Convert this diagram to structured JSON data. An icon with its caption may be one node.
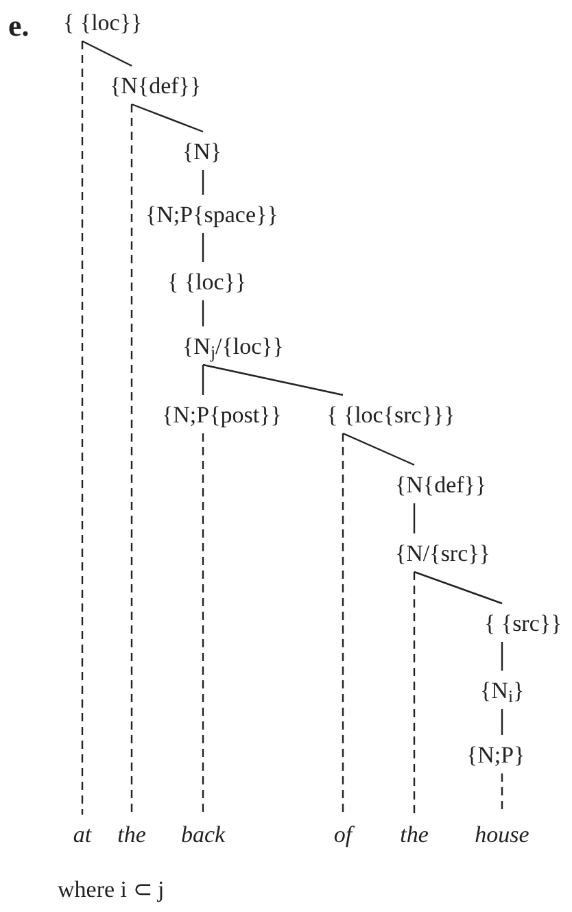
{
  "diagram": {
    "nodes": [
      {
        "text": [
          "{ {loc}}"
        ]
      },
      {
        "text": [
          "{N{def}}"
        ]
      },
      {
        "text": [
          "{N}"
        ]
      },
      {
        "text": [
          "{N;P{space}}"
        ]
      },
      {
        "text": [
          "{ {loc}}"
        ]
      },
      {
        "text": [
          "{N$_{j}$/{loc}}"
        ]
      },
      {
        "text": [
          "{N;P{post}}"
        ]
      },
      {
        "text": [
          "{ {loc{src}}}"
        ]
      },
      {
        "text": [
          "{N{def}}"
        ]
      },
      {
        "text": [
          "{N/{src}}"
        ]
      },
      {
        "text": [
          "{ {src}}"
        ]
      },
      {
        "text": [
          "{N$_{i}$}"
        ]
      },
      {
        "text": [
          "{N;P}"
        ]
      },
      {
        "text": [
          "at"
        ]
      },
      {
        "text": [
          "the"
        ]
      },
      {
        "text": [
          "back"
        ]
      },
      {
        "text": [
          "of"
        ]
      },
      {
        "text": [
          "the"
        ]
      },
      {
        "text": [
          "house"
        ]
      }
    ],
    "edges": [
      {
        "from": 0,
        "to": 1,
        "arrow": "none"
      },
      {
        "from": 0,
        "to": 13,
        "arrow": "none",
        "style": "dashed"
      },
      {
        "from": 1,
        "to": 2,
        "arrow": "none"
      },
      {
        "from": 1,
        "to": 14,
        "arrow": "none",
        "style": "dashed"
      },
      {
        "from": 2,
        "to": 3,
        "arrow": "none"
      },
      {
        "from": 3,
        "to": 4,
        "arrow": "none"
      },
      {
        "from": 4,
        "to": 5,
        "arrow": "none"
      },
      {
        "from": 5,
        "to": 6,
        "arrow": "none"
      },
      {
        "from": 5,
        "to": 7,
        "arrow": "none"
      },
      {
        "from": 6,
        "to": 15,
        "arrow": "none",
        "style": "dashed"
      },
      {
        "from": 7,
        "to": 8,
        "arrow": "none"
      },
      {
        "from": 7,
        "to": 16,
        "arrow": "none",
        "style": "dashed"
      },
      {
        "from": 8,
        "to": 9,
        "arrow": "none"
      },
      {
        "from": 9,
        "to": 10,
        "arrow": "none"
      },
      {
        "from": 9,
        "to": 17,
        "arrow": "none",
        "style": "dashed"
      },
      {
        "from": 10,
        "to": 11,
        "arrow": "none"
      },
      {
        "from": 11,
        "to": 12,
        "arrow": "none"
      },
      {
        "from": 12,
        "to": 18,
        "arrow": "none",
        "style": "dashed"
      }
    ],
    "labels": [
      "e.",
      "where i ⊂ j"
    ]
  }
}
